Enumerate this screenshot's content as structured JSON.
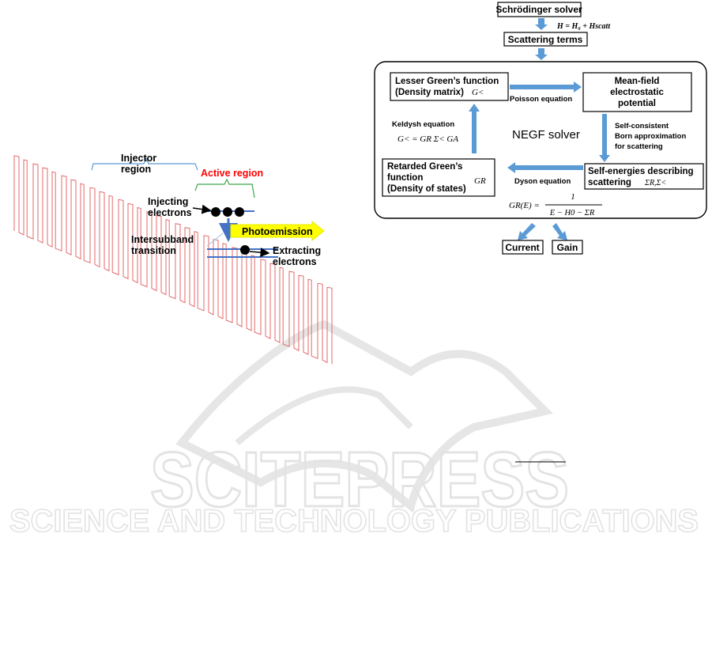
{
  "watermark": {
    "big": "SCITEPRESS",
    "sub": "SCIENCE AND TECHNOLOGY PUBLICATIONS"
  },
  "left": {
    "injector_line1": "Injector",
    "injector_line2": "region",
    "active": "Active region",
    "injecting_line1": "Injecting",
    "injecting_line2": "electrons",
    "intersub_line1": "Intersubband",
    "intersub_line2": "transition",
    "photoemission": "Photoemission",
    "extracting_line1": "Extracting",
    "extracting_line2": "electrons",
    "colors": {
      "band": "#e46a6a",
      "injector_brace": "#5b9bd5",
      "active_brace": "#3ea84a",
      "active_text": "#ff0000",
      "photo_arrow": "#ffff00",
      "level": "#4472c4"
    }
  },
  "right": {
    "schrodinger": "Schrödinger solver",
    "hamiltonian": "H = H₀ + Hscatt",
    "scattering_terms": "Scattering terms",
    "lesser_line1": "Lesser Green’s function",
    "lesser_line2": "(Density matrix)",
    "lesser_sym": "G<",
    "meanfield_line1": "Mean-field",
    "meanfield_line2": "electrostatic",
    "meanfield_line3": "potential",
    "poisson": "Poisson equation",
    "keldysh": "Keldysh equation",
    "keldysh_eq": "G< = GR Σ< GA",
    "negf": "NEGF solver",
    "selfcons_line1": "Self-consistent",
    "selfcons_line2": "Born approximation",
    "selfcons_line3": "for scattering",
    "retarded_line1": "Retarded Green’s",
    "retarded_line2": "function",
    "retarded_line3": "(Density of states)",
    "retarded_sym": "GR",
    "dyson": "Dyson equation",
    "selfen_line1": "Self-energies describing",
    "selfen_line2": "scattering",
    "selfen_sym": "ΣR,Σ<",
    "dyson_lhs": "GR(E) =",
    "dyson_num": "1",
    "dyson_den": "E − H0 − ΣR",
    "current": "Current",
    "gain": "Gain",
    "colors": {
      "arrow": "#5b9bd5"
    }
  }
}
